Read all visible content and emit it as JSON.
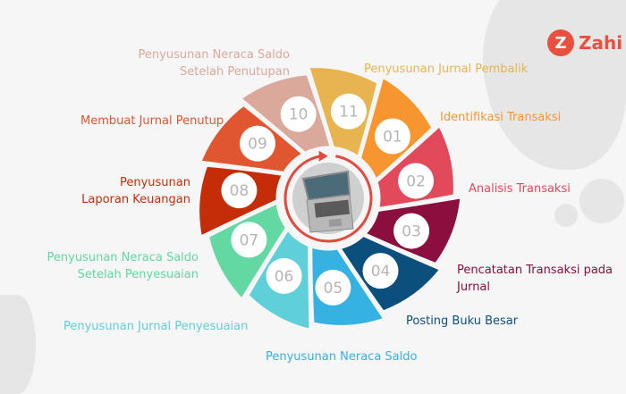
{
  "brand": {
    "logo_letter": "Z",
    "name": "Zahi"
  },
  "steps": [
    {
      "num": "01",
      "label": "Identifikasi Transaksi",
      "color": "#f7962f"
    },
    {
      "num": "02",
      "label": "Analisis Transaksi",
      "color": "#e24a5b"
    },
    {
      "num": "03",
      "label": "Pencatatan Transaksi pada Jurnal",
      "color": "#8a0e3e"
    },
    {
      "num": "04",
      "label": "Posting Buku Besar",
      "color": "#0b4f7c"
    },
    {
      "num": "05",
      "label": "Penyusunan Neraca Saldo",
      "color": "#35b1e2"
    },
    {
      "num": "06",
      "label": "Penyusunan Jurnal Penyesuaian",
      "color": "#5fcfd9"
    },
    {
      "num": "07",
      "label": "Penyusunan Neraca Saldo Setelah Penyesuaian",
      "label_line1": "Penyusunan Neraca Saldo",
      "label_line2": "Setelah Penyesuaian",
      "color": "#63d8a3"
    },
    {
      "num": "08",
      "label": "Penyusunan Laporan Keuangan",
      "label_line1": "Penyusunan",
      "label_line2": "Laporan Keuangan",
      "color": "#c42d07"
    },
    {
      "num": "09",
      "label": "Membuat Jurnal Penutup",
      "color": "#e05630"
    },
    {
      "num": "10",
      "label": "Penyusunan Neraca Saldo Setelah Penutupan",
      "label_line1": "Penyusunan Neraca Saldo",
      "label_line2": "Setelah Penutupan",
      "color": "#dba99b"
    },
    {
      "num": "11",
      "label": "Penyusunan Jurnal Pembalik",
      "color": "#e8b44f"
    }
  ]
}
